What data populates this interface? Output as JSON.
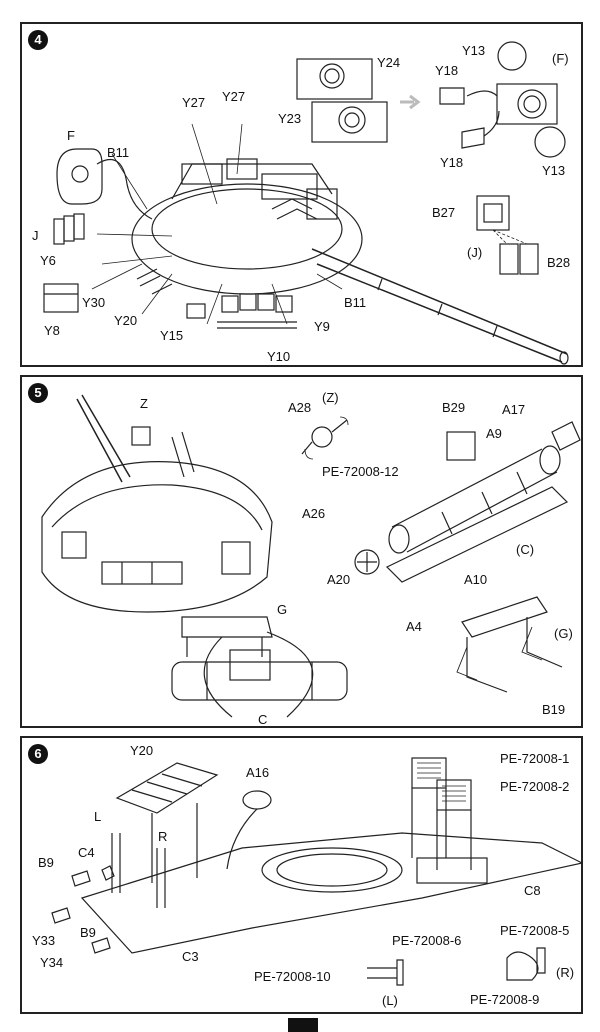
{
  "steps": [
    {
      "number": "4",
      "labels": [
        "F",
        "B11",
        "Y27",
        "Y27",
        "Y24",
        "Y23",
        "Y13",
        "(F)",
        "Y18",
        "Y18",
        "Y13",
        "J",
        "Y6",
        "Y30",
        "Y8",
        "Y20",
        "Y15",
        "Y9",
        "Y10",
        "B11",
        "B27",
        "(J)",
        "B28"
      ]
    },
    {
      "number": "5",
      "labels": [
        "Z",
        "A28",
        "(Z)",
        "PE-72008-12",
        "B29",
        "A17",
        "A9",
        "A26",
        "(C)",
        "A20",
        "A10",
        "G",
        "C",
        "A4",
        "(G)",
        "B19"
      ]
    },
    {
      "number": "6",
      "labels": [
        "Y20",
        "A16",
        "PE-72008-1",
        "PE-72008-2",
        "L",
        "C4",
        "R",
        "B9",
        "Y33",
        "B9",
        "Y34",
        "C3",
        "C8",
        "PE-72008-6",
        "PE-72008-10",
        "(L)",
        "PE-72008-5",
        "(R)",
        "PE-72008-9"
      ]
    }
  ],
  "colors": {
    "ink": "#222222",
    "paper": "#ffffff",
    "arrow": "#bbbbbb"
  }
}
